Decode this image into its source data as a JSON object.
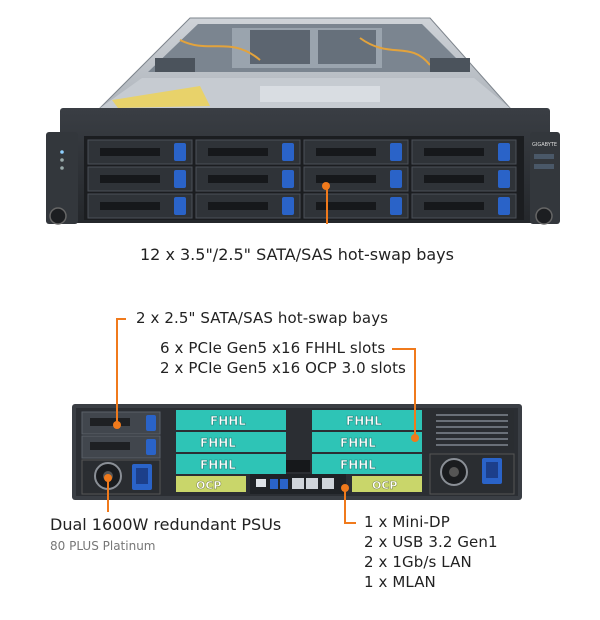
{
  "front": {
    "brand": "GIGABYTE",
    "bay_count": 12,
    "callout_bays": "12 x 3.5\"/2.5\" SATA/SAS hot-swap bays"
  },
  "rear": {
    "callout_rear_bays": "2 x 2.5\" SATA/SAS hot-swap bays",
    "callout_pcie_fhhl": "6 x PCIe Gen5 x16 FHHL slots",
    "callout_pcie_ocp": "2 x PCIe Gen5 x16 OCP 3.0 slots",
    "fhhl_label": "FHHL",
    "ocp_label": "OCP",
    "callout_psu": "Dual 1600W redundant PSUs",
    "callout_psu_sub": "80 PLUS Platinum",
    "io": [
      "1 x Mini-DP",
      "2 x USB 3.2 Gen1",
      "2 x 1Gb/s LAN",
      "1 x MLAN"
    ]
  },
  "colors": {
    "accent": "#f07a1c",
    "bay_latch": "#2a63c8",
    "pcie_teal": "#2ec4b6",
    "ocp_yellow": "#c9d66a"
  }
}
